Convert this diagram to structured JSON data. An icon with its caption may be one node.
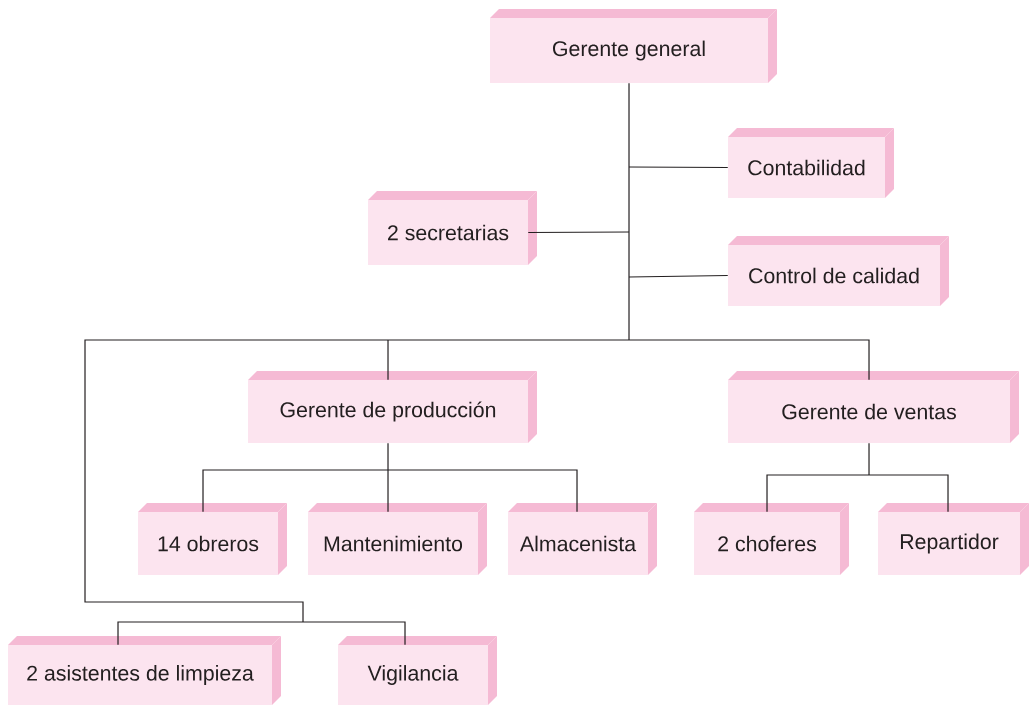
{
  "diagram": {
    "nodes": [
      {
        "text": [
          "Gerente general"
        ]
      },
      {
        "text": [
          "Contabilidad"
        ]
      },
      {
        "text": [
          "2 secretarias"
        ]
      },
      {
        "text": [
          "Control de calidad"
        ]
      },
      {
        "text": [
          "Gerente de producción"
        ]
      },
      {
        "text": [
          "Gerente de ventas"
        ]
      },
      {
        "text": [
          "14 obreros"
        ]
      },
      {
        "text": [
          "Mantenimiento"
        ]
      },
      {
        "text": [
          "Almacenista"
        ]
      },
      {
        "text": [
          "2 choferes"
        ]
      },
      {
        "text": [
          "Repartidor"
        ]
      },
      {
        "text": [
          "2 asistentes de limpieza"
        ]
      },
      {
        "text": [
          "Vigilancia"
        ]
      }
    ],
    "edges": [
      {
        "from": 0,
        "to": 1,
        "arrow": "none"
      },
      {
        "from": 0,
        "to": 2,
        "arrow": "none"
      },
      {
        "from": 0,
        "to": 3,
        "arrow": "none"
      },
      {
        "from": 0,
        "to": 4,
        "arrow": "none"
      },
      {
        "from": 0,
        "to": 5,
        "arrow": "none"
      },
      {
        "from": 0,
        "to": 11,
        "arrow": "none"
      },
      {
        "from": 0,
        "to": 12,
        "arrow": "none"
      },
      {
        "from": 4,
        "to": 6,
        "arrow": "none"
      },
      {
        "from": 4,
        "to": 7,
        "arrow": "none"
      },
      {
        "from": 4,
        "to": 8,
        "arrow": "none"
      },
      {
        "from": 5,
        "to": 9,
        "arrow": "none"
      },
      {
        "from": 5,
        "to": 10,
        "arrow": "none"
      }
    ]
  }
}
